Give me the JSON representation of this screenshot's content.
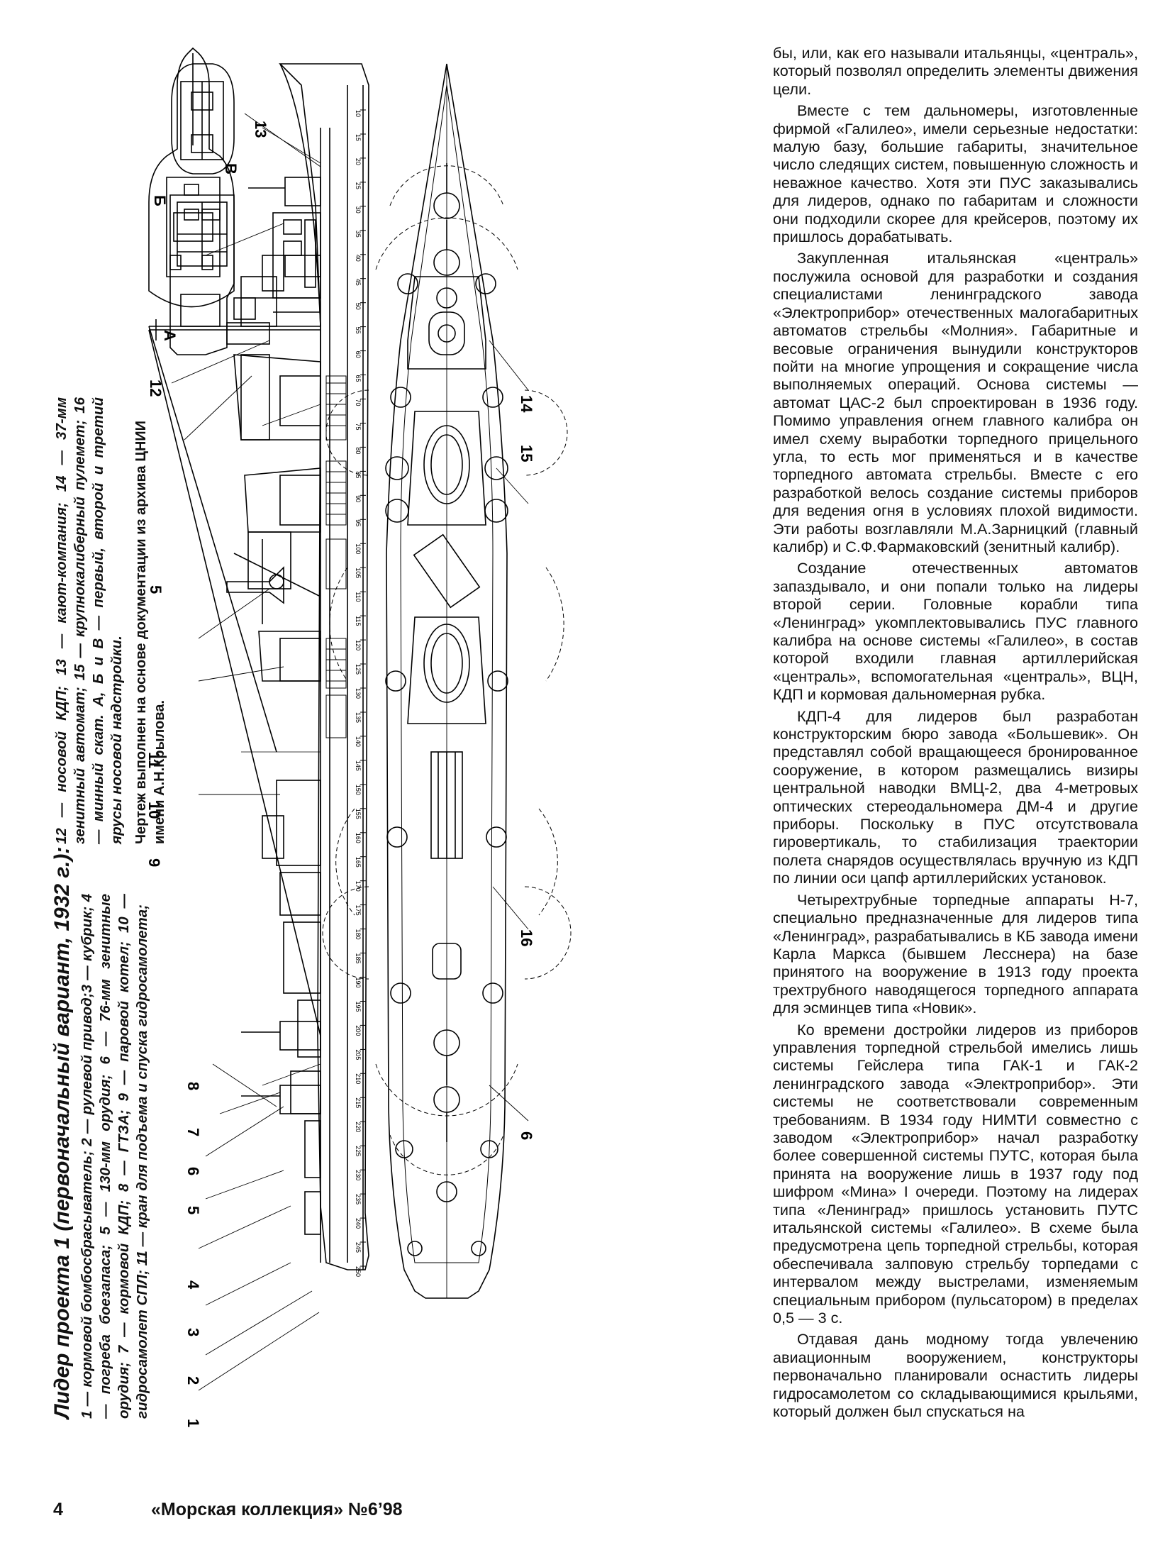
{
  "caption": {
    "title": "Лидер проекта 1 (первоначальный вариант, 1932 г.):",
    "legend_a": "1 — кормовой бомбосбрасыватель; 2 — рулевой привод;3 — кубрик; 4 — погреба боезапаса; 5 — 130-мм орудия; 6 — 76-мм зенитные орудия; 7 — кормовой КДП; 8 — ГТЗА; 9 — паровой котел; 10 — гидросамолет СПЛ; 11 — кран для подъема и спуска гидросамолета;",
    "legend_b": "12 — носовой КДП; 13 — кают-компания; 14 — 37-мм зенитный автомат; 15 — крупнокалиберный пулемет; 16 — минный скат. А, Б и В — первый, второй и третий ярусы носовой надстройки.",
    "note": "Чертеж выполнен на основе документации из архива ЦНИИ имени А.Н.Крылова."
  },
  "callouts": {
    "n1": "1",
    "n2": "2",
    "n3": "3",
    "n4": "4",
    "n5a": "5",
    "n5b": "5",
    "n6a": "6",
    "n6b": "6",
    "n7": "7",
    "n8": "8",
    "n9": "9",
    "n10": "10",
    "n11": "11",
    "n12": "12",
    "n13": "13",
    "n14": "14",
    "n15": "15",
    "n16": "16",
    "A": "А",
    "B": "Б",
    "V": "В"
  },
  "frames": [
    "10",
    "15",
    "20",
    "25",
    "30",
    "35",
    "40",
    "45",
    "50",
    "55",
    "60",
    "65",
    "70",
    "75",
    "80",
    "85",
    "90",
    "95",
    "100",
    "105",
    "110",
    "115",
    "120",
    "125",
    "130",
    "135",
    "140",
    "145",
    "150",
    "155",
    "160",
    "165",
    "170",
    "175",
    "180",
    "185",
    "190",
    "195",
    "200",
    "205",
    "210",
    "215",
    "220",
    "225",
    "230",
    "235",
    "240",
    "245",
    "250"
  ],
  "article": {
    "p1": "бы, или, как его называли итальянцы, «централь», который позволял определить элементы движения цели.",
    "p2": "Вместе с тем дальномеры, изготовленные фирмой «Галилео», имели серьезные недостатки: малую базу, большие габариты, значительное число следящих систем, повышенную сложность и неважное качество. Хотя эти ПУС заказывались для лидеров, однако по габаритам и сложности они подходили скорее для крейсеров, поэтому их пришлось дорабатывать.",
    "p3": "Закупленная итальянская «централь» послужила основой для разработки и создания специалистами ленинградского завода «Электроприбор» отечественных малогабаритных автоматов стрельбы «Молния». Габаритные и весовые ограничения вынудили конструкторов пойти на многие упрощения и сокращение числа выполняемых операций. Основа системы — автомат ЦАС-2 был спроектирован в 1936 году. Помимо управления огнем главного калибра он имел схему выработки торпедного прицельного угла, то есть мог применяться и в качестве торпедного автомата стрельбы. Вместе с его разработкой велось создание системы приборов для ведения огня в условиях плохой видимости. Эти работы возглавляли М.А.Зарницкий (главный калибр) и С.Ф.Фармаковский (зенитный калибр).",
    "p4": "Создание отечественных автоматов запаздывало, и они попали только на лидеры второй серии. Головные корабли типа «Ленинград» укомплектовывались ПУС главного калибра на основе системы «Галилео», в состав которой входили главная артиллерийская «централь», вспомогательная «централь», ВЦН, КДП и кормовая дальномерная рубка.",
    "p5": "КДП-4 для лидеров был разработан конструкторским бюро завода «Большевик». Он представлял собой вращающееся бронированное сооружение, в котором размещались визиры центральной наводки ВМЦ-2, два 4-метровых оптических стереодальномера ДМ-4 и другие приборы. Поскольку в ПУС отсутствовала гировертикаль, то стабилизация траектории полета снарядов осуществлялась вручную из КДП по линии оси цапф артиллерийских установок.",
    "p6": "Четырехтрубные торпедные аппараты Н-7, специально предназначенные для лидеров типа «Ленинград», разрабатывались в КБ завода имени Карла Маркса (бывшем Лесснера) на базе принятого на вооружение в 1913 году проекта трехтрубного наводящегося торпедного аппарата для эсминцев типа «Новик».",
    "p7": "Ко времени достройки лидеров из приборов управления торпедной стрельбой имелись лишь системы Гейслера типа ГАК-1 и ГАК-2 ленинградского завода «Электроприбор». Эти системы не соответствовали современным требованиям. В 1934 году НИМТИ совместно с заводом «Электроприбор» начал разработку более совершенной системы ПУТС, которая была принята на вооружение лишь в 1937 году под шифром «Мина» I очереди. Поэтому на лидерах типа «Ленинград» пришлось установить ПУТС итальянской системы «Галилео». В схеме была предусмотрена цепь торпедной стрельбы, которая обеспечивала залповую стрельбу торпедами с интервалом между выстрелами, изменяемым специальным прибором (пульсатором) в пределах 0,5 — 3 с.",
    "p8": "Отдавая дань модному тогда увлечению авиационным вооружением, конструкторы первоначально планировали оснастить лидеры гидросамолетом со складывающимися крыльями, который должен был спускаться на"
  },
  "footer": {
    "page_number": "4",
    "magazine": "«Морская коллекция» №6’98"
  }
}
